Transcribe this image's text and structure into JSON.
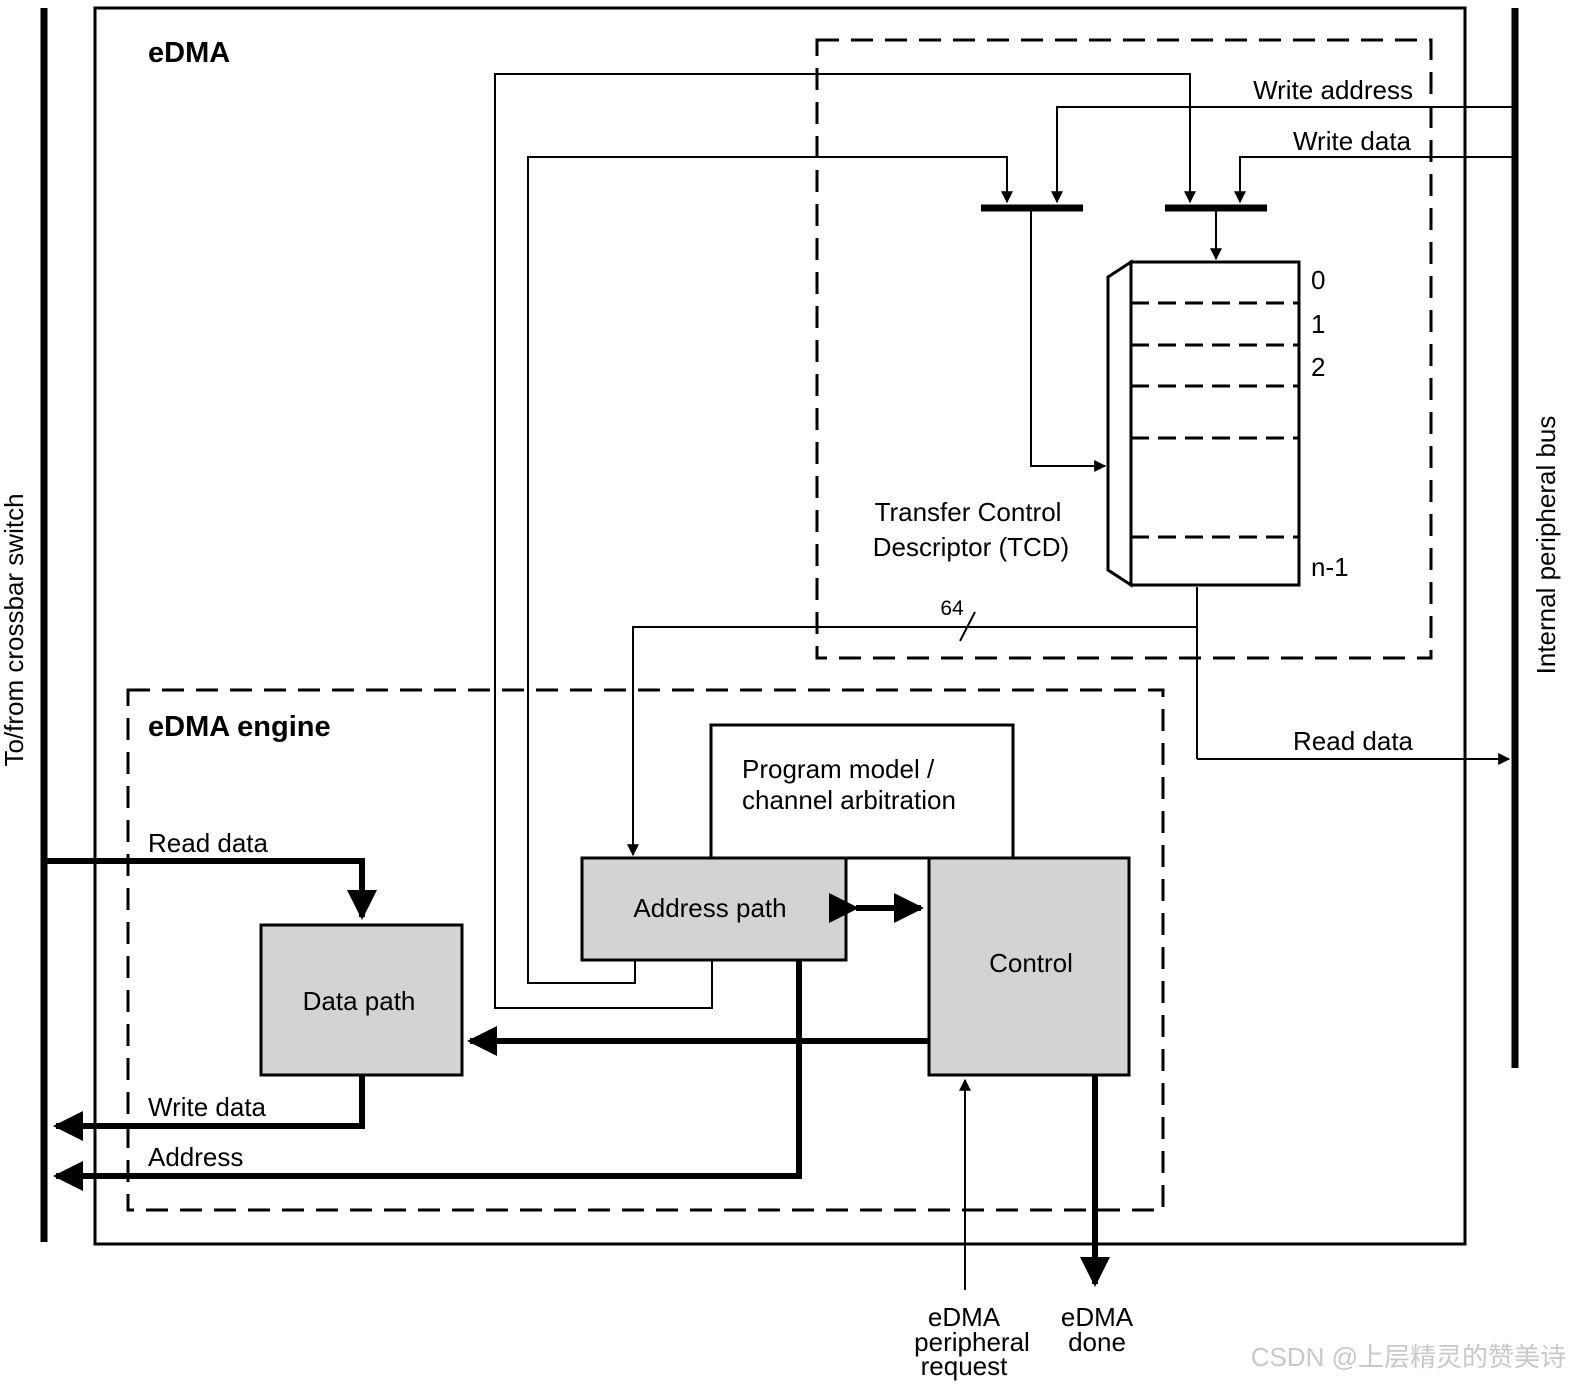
{
  "diagram": {
    "edma_title": "eDMA",
    "engine_title": "eDMA engine",
    "crossbar_label": "To/from crossbar switch",
    "bus_label": "Internal peripheral bus",
    "tcd": {
      "label_line1": "Transfer Control",
      "label_line2": "Descriptor (TCD)",
      "rows": [
        "0",
        "1",
        "2",
        "n-1"
      ],
      "bus_width": "64"
    },
    "bus_signals": {
      "write_address": "Write address",
      "write_data": "Write data",
      "read_data": "Read data"
    },
    "engine_signals": {
      "read_data": "Read data",
      "write_data": "Write data",
      "address": "Address"
    },
    "blocks": {
      "program_model_line1": "Program model /",
      "program_model_line2": "channel arbitration",
      "address_path": "Address path",
      "control": "Control",
      "data_path": "Data path"
    },
    "external_signals": {
      "request_line1": "eDMA",
      "request_line2": "peripheral",
      "request_line3": "request",
      "done_line1": "eDMA",
      "done_line2": "done"
    },
    "watermark": "CSDN @上层精灵的赞美诗"
  },
  "colors": {
    "line": "#000000",
    "block_fill": "#d3d3d3",
    "background": "#ffffff",
    "watermark": "#c8c8c8"
  }
}
